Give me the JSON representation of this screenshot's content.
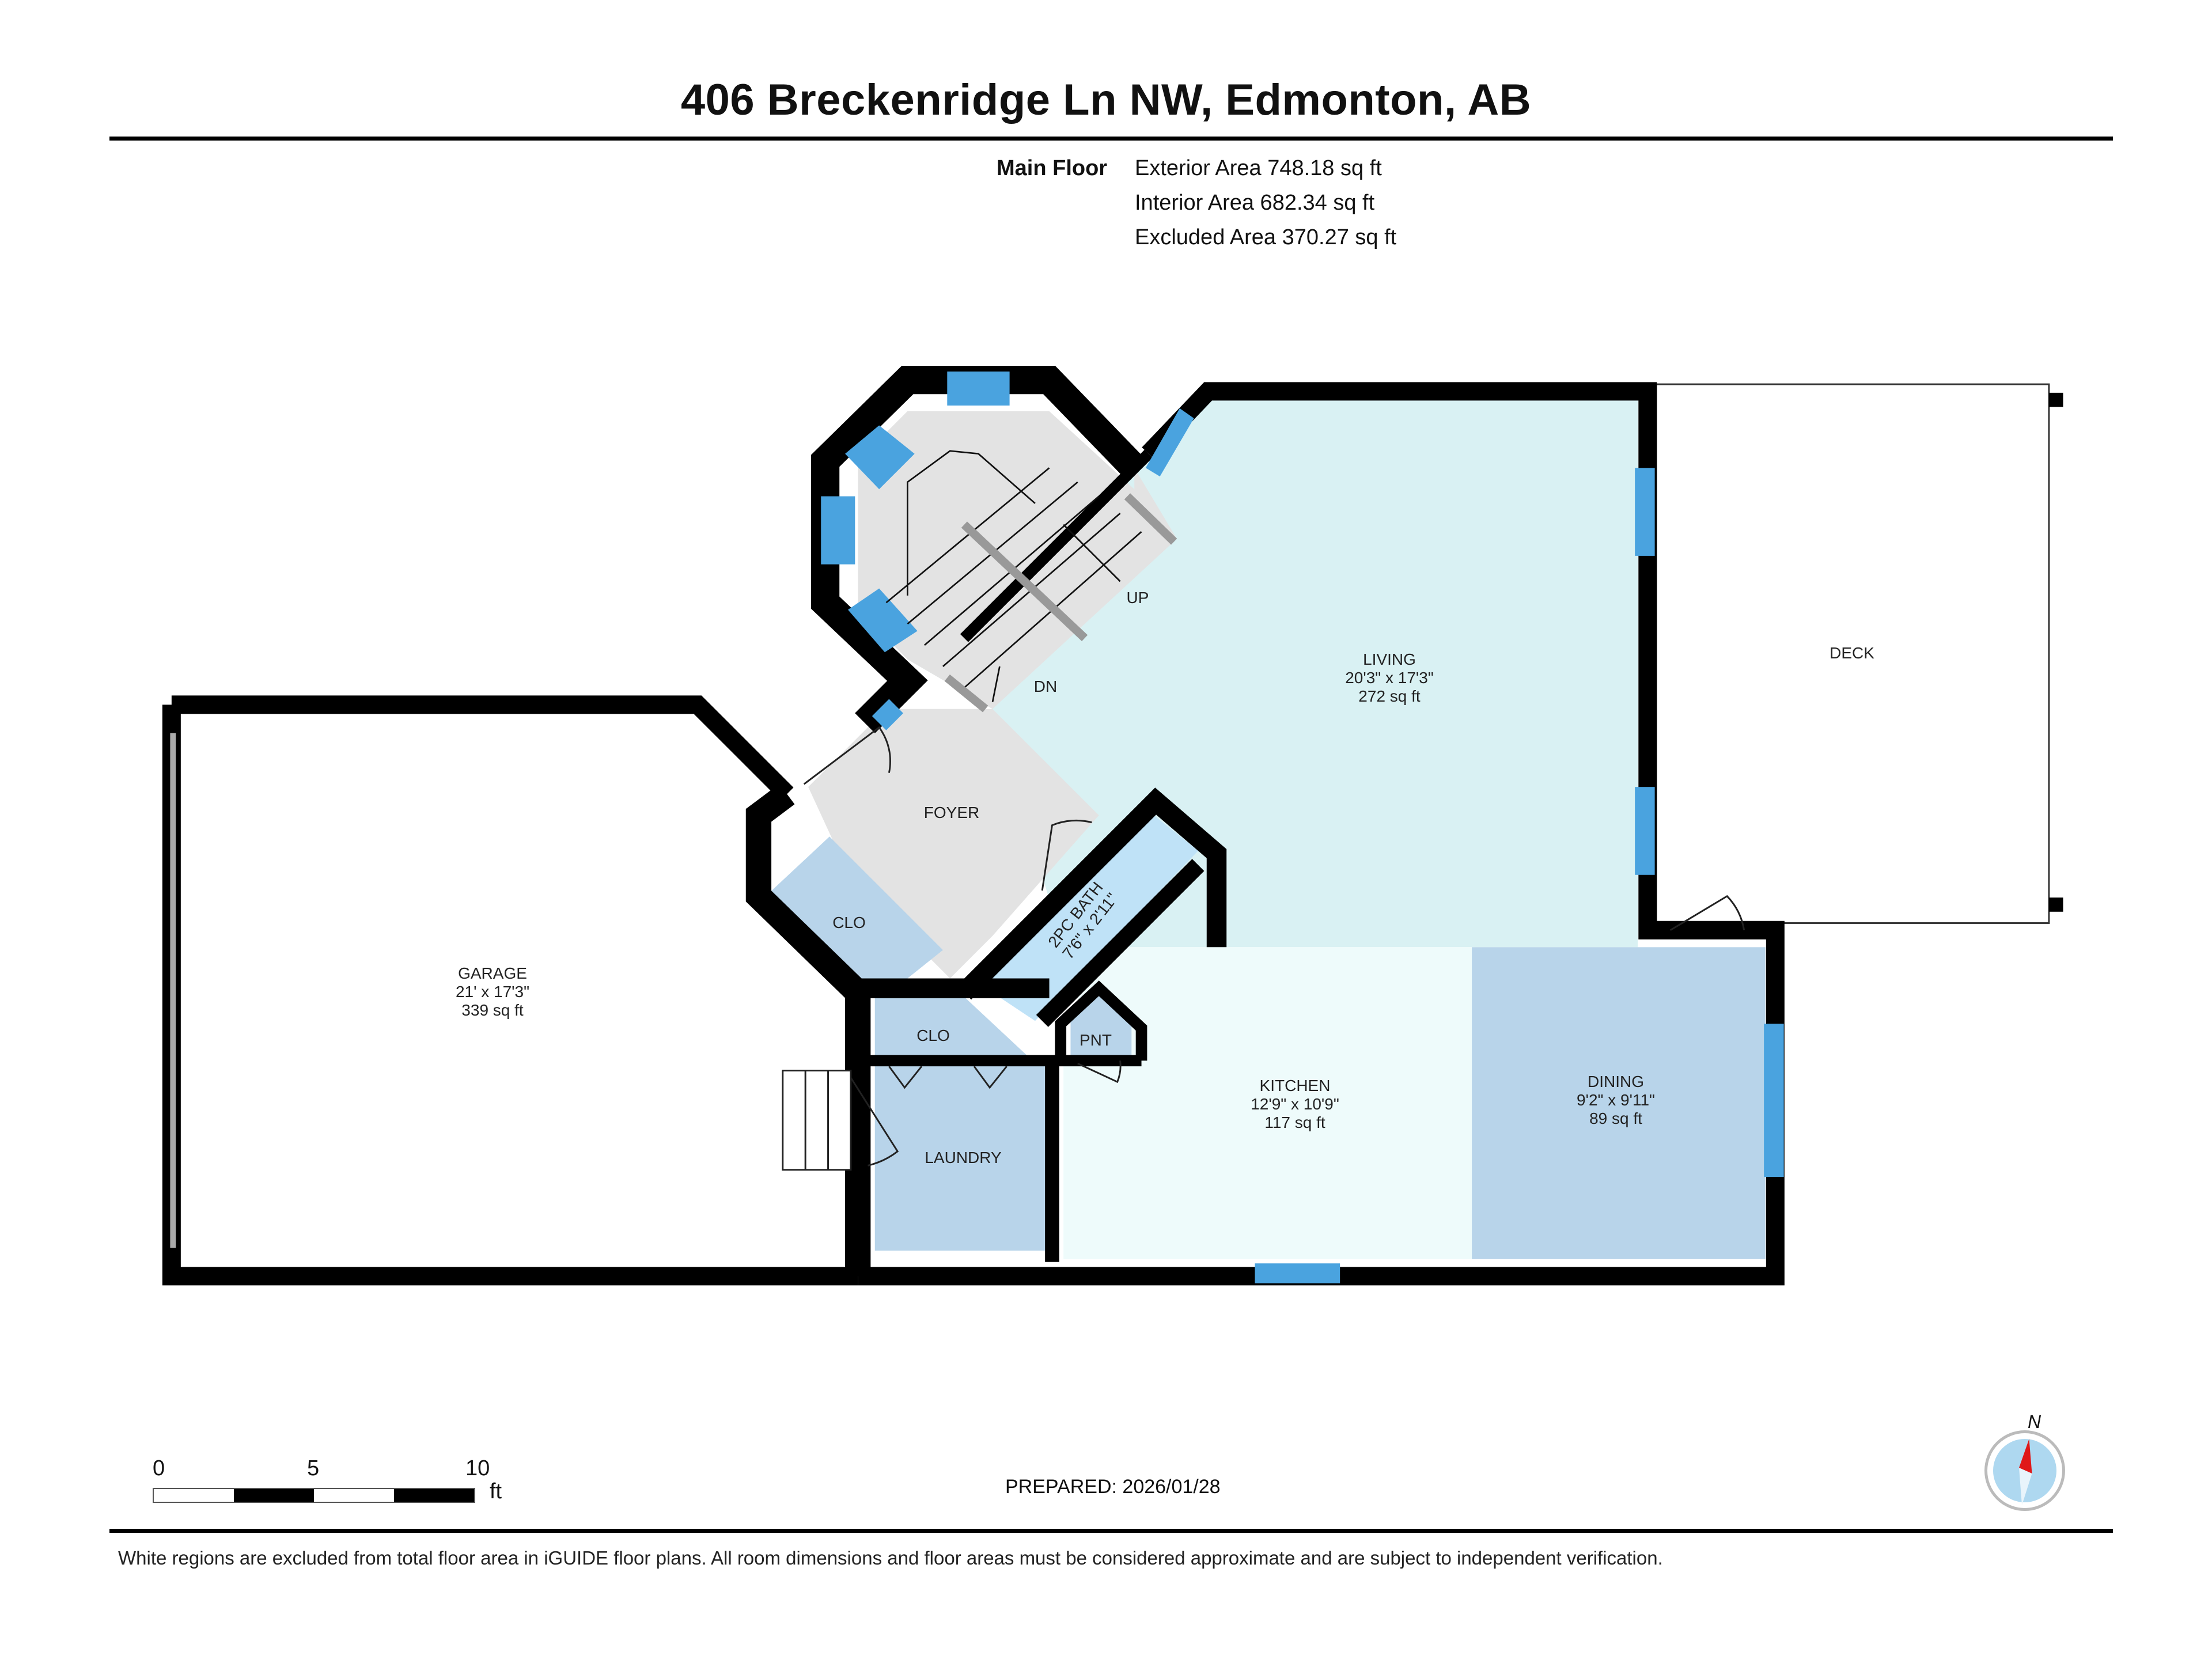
{
  "header": {
    "address": "406 Breckenridge Ln NW, Edmonton, AB"
  },
  "floor_summary": {
    "floor_name": "Main Floor",
    "exterior_area": "Exterior Area 748.18 sq ft",
    "interior_area": "Interior Area 682.34 sq ft",
    "excluded_area": "Excluded Area 370.27 sq ft"
  },
  "rooms": {
    "living": {
      "name": "LIVING",
      "dims": "20'3\" x 17'3\"",
      "area": "272 sq ft"
    },
    "garage": {
      "name": "GARAGE",
      "dims": "21' x 17'3\"",
      "area": "339 sq ft"
    },
    "kitchen": {
      "name": "KITCHEN",
      "dims": "12'9\" x 10'9\"",
      "area": "117 sq ft"
    },
    "dining": {
      "name": "DINING",
      "dims": "9'2\" x 9'11\"",
      "area": "89 sq ft"
    },
    "bath": {
      "name": "2PC BATH",
      "dims": "7'6\" x 2'11\""
    },
    "foyer": {
      "name": "FOYER"
    },
    "closet_foyer": {
      "name": "CLO"
    },
    "closet_laundry": {
      "name": "CLO"
    },
    "pantry": {
      "name": "PNT"
    },
    "laundry": {
      "name": "LAUNDRY"
    },
    "deck": {
      "name": "DECK"
    },
    "stairs_up": "UP",
    "stairs_down": "DN"
  },
  "scale_bar": {
    "ticks": [
      "0",
      "5",
      "10"
    ],
    "unit": "ft"
  },
  "compass": {
    "label": "N"
  },
  "footer": {
    "prepared": "PREPARED: 2026/01/28",
    "disclaimer": "White regions are excluded from total floor area in iGUIDE floor plans. All room dimensions and floor areas must be considered approximate and are subject to independent verification."
  },
  "colors": {
    "wall": "#000000",
    "window": "#4aa3df",
    "living": "#d9f1f3",
    "kitchen": "#eefbfb",
    "dining_laundry_closets": "#b8d4ea",
    "bath": "#bfe2f7",
    "foyer_stairs": "#e3e3e3",
    "excluded": "#ffffff"
  }
}
